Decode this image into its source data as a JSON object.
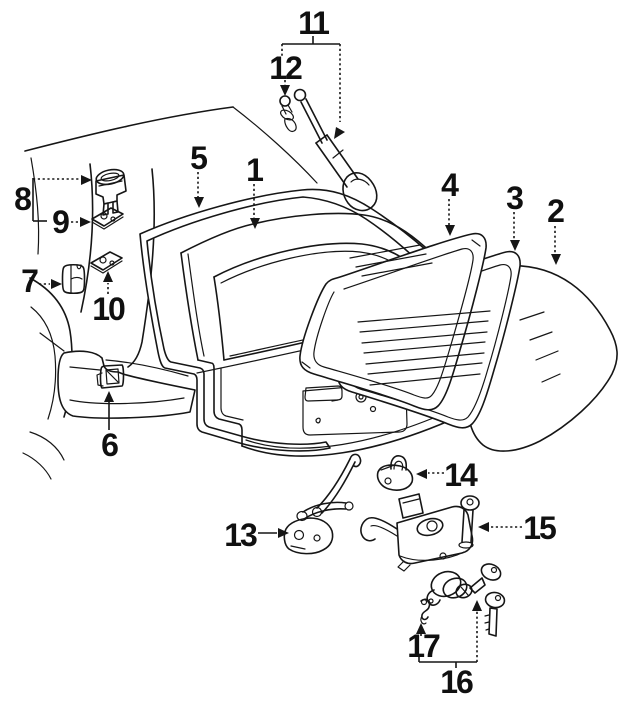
{
  "figure": {
    "type": "exploded-parts-diagram",
    "subject": "liftgate-back-door-assembly",
    "background_color": "#ffffff",
    "line_color": "#161616",
    "callouts": {
      "c1": {
        "label": "1"
      },
      "c2": {
        "label": "2"
      },
      "c3": {
        "label": "3"
      },
      "c4": {
        "label": "4"
      },
      "c5": {
        "label": "5"
      },
      "c6": {
        "label": "6"
      },
      "c7": {
        "label": "7"
      },
      "c8": {
        "label": "8"
      },
      "c9": {
        "label": "9"
      },
      "c10": {
        "label": "10"
      },
      "c11": {
        "label": "11"
      },
      "c12": {
        "label": "12"
      },
      "c13": {
        "label": "13"
      },
      "c14": {
        "label": "14"
      },
      "c15": {
        "label": "15"
      },
      "c16": {
        "label": "16"
      },
      "c17": {
        "label": "17"
      }
    }
  }
}
